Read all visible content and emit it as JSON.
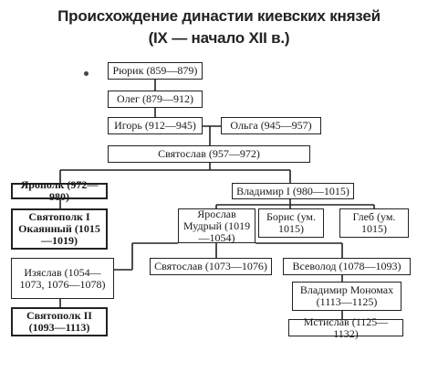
{
  "title": {
    "line1": "Происхождение династии киевских князей",
    "line2": "(IX — начало XII в.)"
  },
  "nodes": {
    "rurik": "Рюрик (859—879)",
    "oleg": "Олег (879—912)",
    "igor": "Игорь (912—945)",
    "olga": "Ольга (945—957)",
    "svyatoslav": "Святослав (957—972)",
    "yaropolk": "Ярополк (972—980)",
    "vladimir1": "Владимир I (980—1015)",
    "svyatopolk1": "Святополк I Окаянный (1015—1019)",
    "yaroslav": "Ярослав Мудрый (1019—1054)",
    "boris": "Борис (ум. 1015)",
    "gleb": "Глеб (ум. 1015)",
    "izyaslav": "Изяслав (1054—1073, 1076—1078)",
    "svyatoslav2": "Святослав (1073—1076)",
    "vsevolod": "Всеволод (1078—1093)",
    "svyatopolk2": "Святополк II (1093—1113)",
    "monomakh": "Владимир Мономах (1113—1125)",
    "mstislav": "Мстислав (1125—1132)"
  }
}
